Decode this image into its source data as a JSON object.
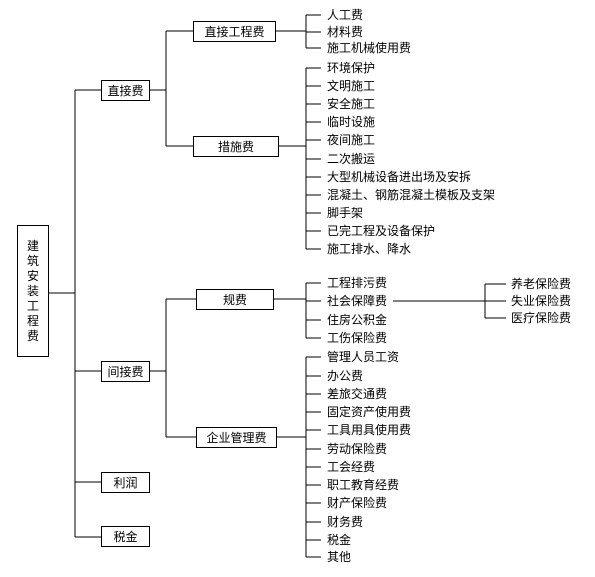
{
  "root": {
    "label": "建筑安装工程费",
    "chars": [
      "建",
      "筑",
      "安",
      "装",
      "工",
      "程",
      "费"
    ]
  },
  "level1": {
    "direct": "直接费",
    "indirect": "间接费",
    "profit": "利润",
    "tax": "税金"
  },
  "level2": {
    "direct_engineering": "直接工程费",
    "measures": "措施费",
    "fees": "规费",
    "enterprise_mgmt": "企业管理费"
  },
  "leaves": {
    "direct_engineering": [
      "人工费",
      "材料费",
      "施工机械使用费"
    ],
    "measures": [
      "环境保护",
      "文明施工",
      "安全施工",
      "临时设施",
      "夜间施工",
      "二次搬运",
      "大型机械设备进出场及安拆",
      "混凝土、钢筋混凝土模板及支架",
      "脚手架",
      "已完工程及设备保护",
      "施工排水、降水"
    ],
    "fees": [
      "工程排污费",
      "社会保障费",
      "住房公积金",
      "工伤保险费"
    ],
    "enterprise_mgmt": [
      "管理人员工资",
      "办公费",
      "差旅交通费",
      "固定资产使用费",
      "工具用具使用费",
      "劳动保险费",
      "工会经费",
      "职工教育经费",
      "财产保险费",
      "财务费",
      "税金",
      "其他"
    ]
  },
  "social_security": [
    "养老保险费",
    "失业保险费",
    "医疗保险费"
  ]
}
